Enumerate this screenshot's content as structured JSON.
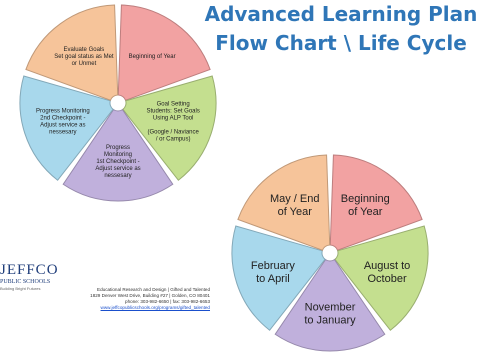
{
  "title": {
    "line1": "Advanced Learning Plan",
    "line2": "Flow Chart \\ Life Cycle"
  },
  "cycle_small": {
    "segments": [
      {
        "lines": [
          "Beginning of Year"
        ],
        "color": "#f2a2a2"
      },
      {
        "lines": [
          "Goal Setting",
          "Students: Set Goals",
          "Using ALP Tool",
          "",
          "(Google / Naviance",
          "/ or Campus)"
        ],
        "color": "#c4df8f"
      },
      {
        "lines": [
          "Progress",
          "Monitoring",
          "1st Checkpoint -",
          "Adjust service as",
          "nessesary"
        ],
        "color": "#c0b0dc"
      },
      {
        "lines": [
          "Progress Monitoring",
          "2nd Checkpoint -",
          "Adjust service as",
          "nessesary"
        ],
        "color": "#a8d8ec"
      },
      {
        "lines": [
          "Evaluate Goals",
          "Set goal status as Met",
          "or Unmet"
        ],
        "color": "#f6c49a"
      }
    ]
  },
  "cycle_large": {
    "segments": [
      {
        "lines": [
          "Beginning",
          "of Year"
        ],
        "color": "#f2a2a2"
      },
      {
        "lines": [
          "August to",
          "October"
        ],
        "color": "#c4df8f"
      },
      {
        "lines": [
          "November",
          "to January"
        ],
        "color": "#c0b0dc"
      },
      {
        "lines": [
          "February",
          "to April"
        ],
        "color": "#a8d8ec"
      },
      {
        "lines": [
          "May / End",
          "of Year"
        ],
        "color": "#f6c49a"
      }
    ]
  },
  "logo": {
    "name": "JEFFCO",
    "subtitle": "PUBLIC SCHOOLS",
    "tagline": "Building Bright Futures"
  },
  "contact": {
    "line1": "Educational Research and Design | Gifted and Talented",
    "line2": "1829 Denver West Drive, Building #27 | Golden, CO 80401",
    "line3": "phone: 303-982-6650 | fax: 303-982-6653",
    "url": "www.jeffcopublicschools.org/programs/gifted_talented"
  }
}
